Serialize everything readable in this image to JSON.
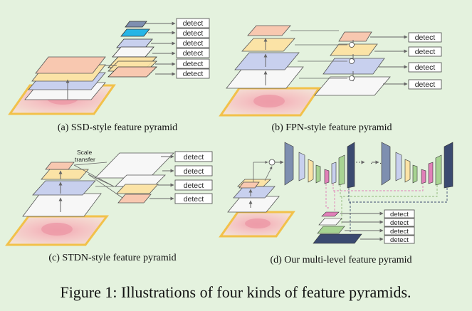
{
  "captions": {
    "a": "(a) SSD-style feature pyramid",
    "b": "(b) FPN-style feature pyramid",
    "c": "(c) STDN-style feature pyramid",
    "d": "(d) Our multi-level feature pyramid"
  },
  "figure_caption": "Figure 1: Illustrations of four kinds of feature pyramids.",
  "detect_label": "detect",
  "scale_transfer_line1": "Scale",
  "scale_transfer_line2": "transfer",
  "ellipsis": "· · ·",
  "colors": {
    "background": "#e4f2de",
    "peach": "#f8c8b0",
    "yellow": "#fbe3a6",
    "lavender": "#c8d0ee",
    "white": "#f7f7f7",
    "cyan": "#26b5e6",
    "slate": "#7e8fb0",
    "pink": "#e080b8",
    "green": "#a8d493",
    "navy": "#3b4a70",
    "frame": "#f2c14a",
    "arrow": "#666666"
  }
}
